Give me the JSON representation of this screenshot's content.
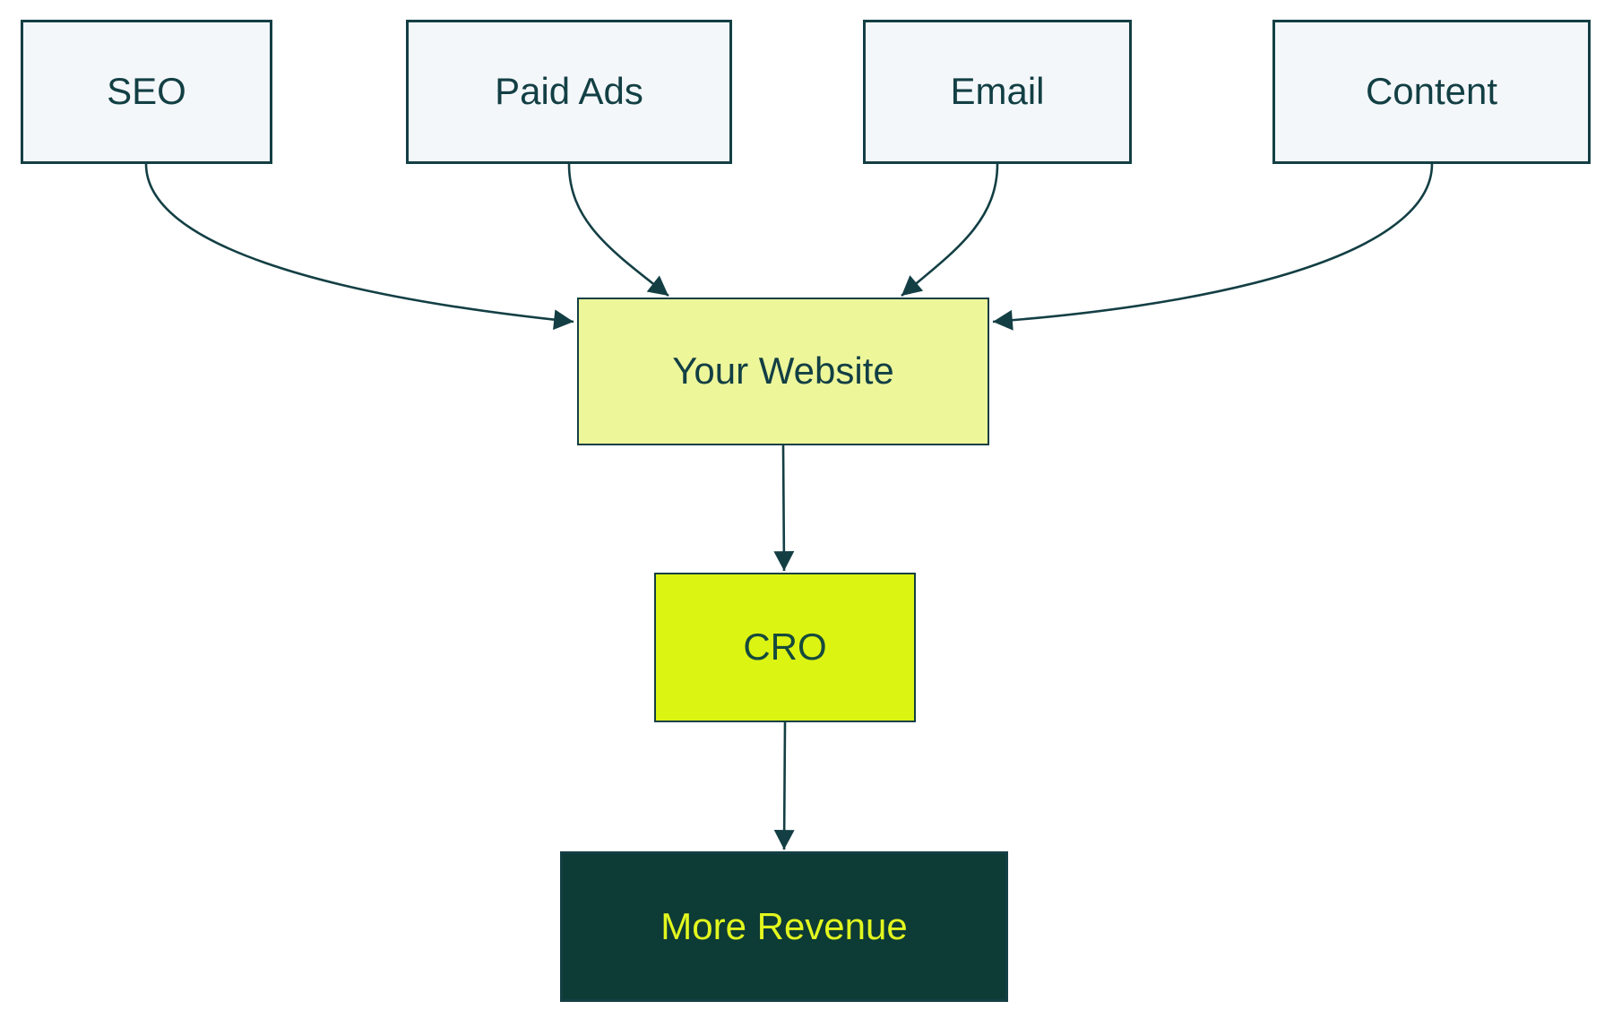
{
  "diagram": {
    "type": "flowchart",
    "direction": "top-down",
    "background": "#ffffff",
    "ink": "#133f44",
    "arrow_style": "filled-triangle",
    "nodes": [
      {
        "id": "seo",
        "label": "SEO",
        "fill": "#f4f7fa",
        "text_color": "#123f44"
      },
      {
        "id": "paid-ads",
        "label": "Paid Ads",
        "fill": "#f4f7fa",
        "text_color": "#123f44"
      },
      {
        "id": "email",
        "label": "Email",
        "fill": "#f4f7fa",
        "text_color": "#123f44"
      },
      {
        "id": "content",
        "label": "Content",
        "fill": "#f4f7fa",
        "text_color": "#123f44"
      },
      {
        "id": "your-website",
        "label": "Your Website",
        "fill": "#eef69a",
        "text_color": "#123f44"
      },
      {
        "id": "cro",
        "label": "CRO",
        "fill": "#dcf412",
        "text_color": "#164a3c"
      },
      {
        "id": "more-revenue",
        "label": "More Revenue",
        "fill": "#0d3b36",
        "text_color": "#e2f71e"
      }
    ],
    "edges": [
      {
        "from": "SEO",
        "to": "Your Website"
      },
      {
        "from": "Paid Ads",
        "to": "Your Website"
      },
      {
        "from": "Email",
        "to": "Your Website"
      },
      {
        "from": "Content",
        "to": "Your Website"
      },
      {
        "from": "Your Website",
        "to": "CRO"
      },
      {
        "from": "CRO",
        "to": "More Revenue"
      }
    ]
  }
}
